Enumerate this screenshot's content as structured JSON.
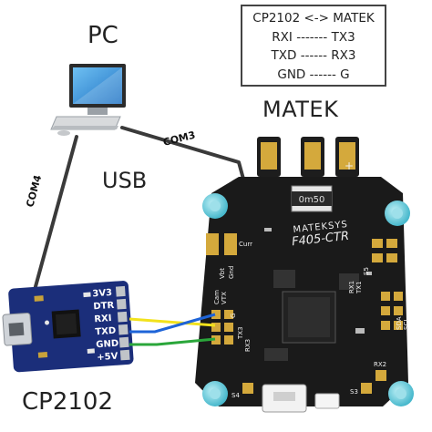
{
  "labels": {
    "pc": "PC",
    "usb": "USB",
    "matek": "MATEK",
    "cp2102": "CP2102",
    "com3": "COM3",
    "com4": "COM4"
  },
  "legend": {
    "title": "CP2102 <-> MATEK",
    "rows": [
      "RXI ------- TX3",
      "TXD ------ RX3",
      "GND ------ G"
    ]
  },
  "cp2102_board": {
    "pins": [
      "3V3",
      "DTR",
      "RXI",
      "TXD",
      "GND",
      "+5V"
    ]
  },
  "fc_board": {
    "brand": "MATEKSYS",
    "model": "F405-CTR",
    "pads": {
      "g": "G",
      "tx3": "TX3",
      "rx3": "RX3",
      "cam": "Cam",
      "vtx": "VTX",
      "gnd": "Gnd",
      "vbt": "Vbt",
      "curr": "Curr",
      "s3": "S3",
      "s4": "S4",
      "s5": "S5",
      "rx1": "RX1",
      "tx1": "TX1",
      "sda": "SDA",
      "scl": "SCL",
      "rx2": "RX2"
    },
    "component": "0m50"
  },
  "colors": {
    "board_pcb": "#1a1a1a",
    "cp2102_pcb": "#1b2e7a",
    "gold_pad": "#d4a93c",
    "mount_cyan": "#5cc9d8",
    "wire_yellow": "#f2e21c",
    "wire_blue": "#1e64d8",
    "wire_green": "#2aa63a",
    "cable_gray": "#3a3a3a",
    "monitor_screen": "#2f8fd8"
  }
}
